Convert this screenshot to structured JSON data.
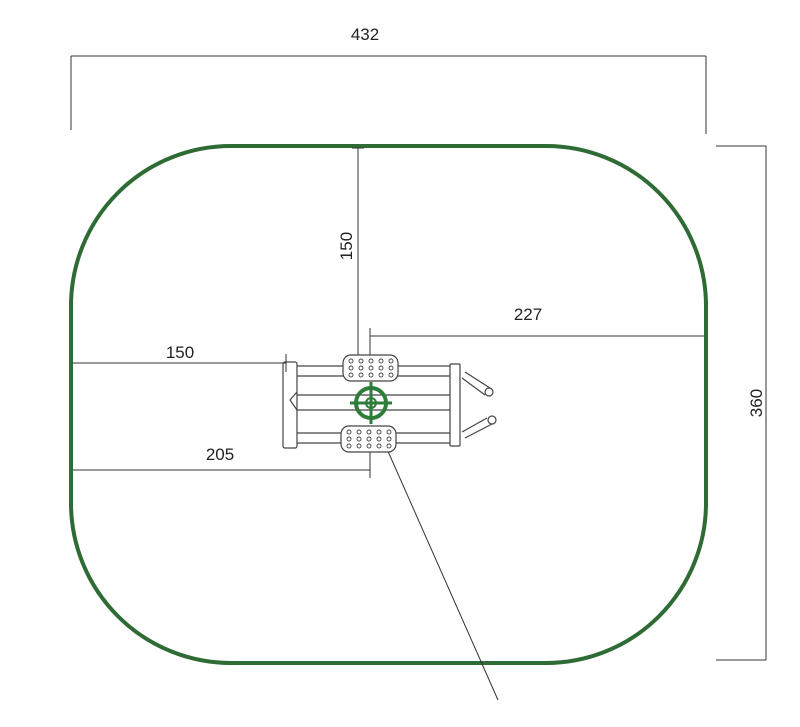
{
  "dimensions": {
    "overall_width": "432",
    "overall_depth": "360",
    "top_clearance": "150",
    "left_clearance": "150",
    "left_to_center": "205",
    "right_clearance": "227"
  },
  "colors": {
    "safety_zone": "#2e6b35",
    "line": "#333333",
    "marker": "#2e7d3a"
  }
}
